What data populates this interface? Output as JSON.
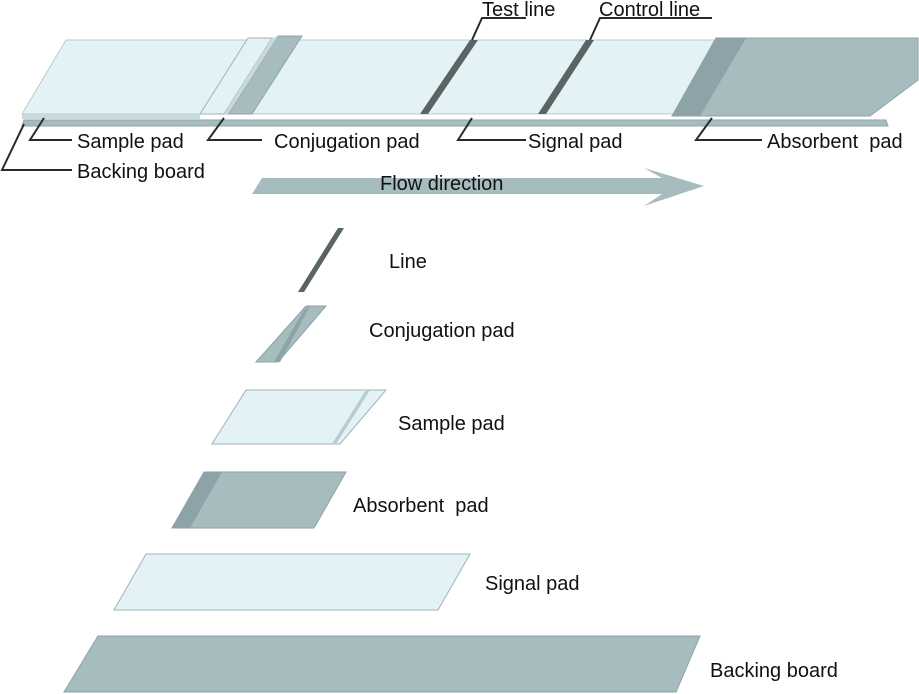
{
  "strip_labels": {
    "test_line": "Test line",
    "control_line": "Control line",
    "sample_pad": "Sample pad",
    "conjugation_pad": "Conjugation pad",
    "signal_pad": "Signal pad",
    "absorbent_pad": "Absorbent  pad",
    "backing_board": "Backing board",
    "flow_direction": "Flow direction"
  },
  "component_labels": {
    "line": "Line",
    "conjugation_pad": "Conjugation pad",
    "sample_pad": "Sample pad",
    "absorbent_pad": "Absorbent  pad",
    "signal_pad": "Signal pad",
    "backing_board": "Backing board"
  },
  "colors": {
    "light_pad": "#e3f3f5",
    "light_pad_edge": "#9fb3b7",
    "gray_pad": "#a7bcbf",
    "gray_pad_dark": "#8da3a7",
    "line": "#5a6464",
    "arrow": "#a7bcbf"
  }
}
